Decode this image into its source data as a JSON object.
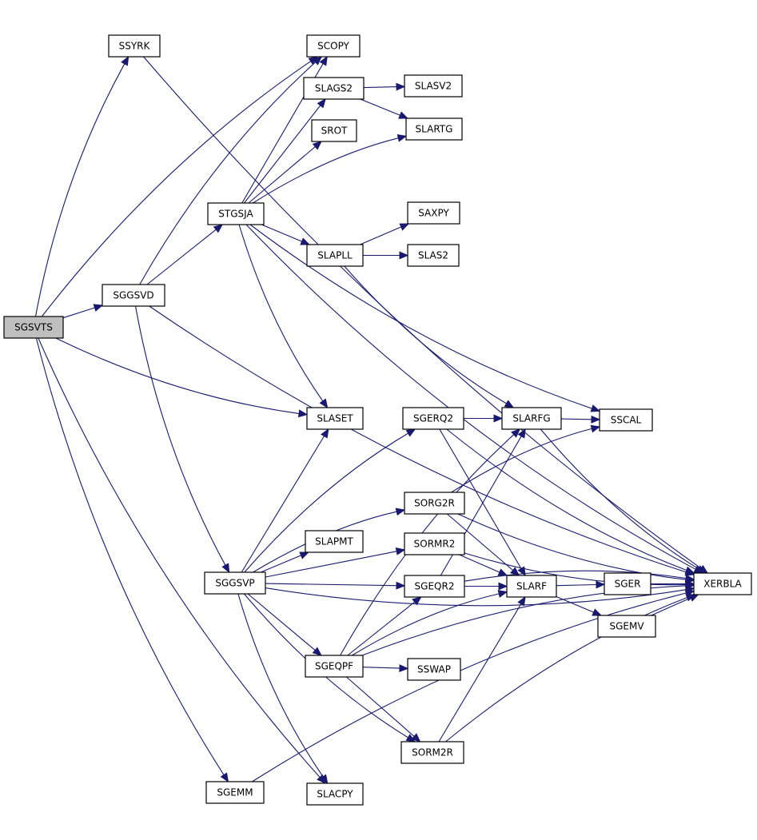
{
  "graph": {
    "root": "SGSVTS",
    "colors": {
      "edge": "#191970",
      "root_fill": "#bfbfbf",
      "node_fill": "#ffffff",
      "node_border": "#000000"
    },
    "nodes": [
      {
        "id": "SGSVTS",
        "label": "SGSVTS"
      },
      {
        "id": "SSYRK",
        "label": "SSYRK"
      },
      {
        "id": "SCOPY",
        "label": "SCOPY"
      },
      {
        "id": "SLAGS2",
        "label": "SLAGS2"
      },
      {
        "id": "SLASV2",
        "label": "SLASV2"
      },
      {
        "id": "SROT",
        "label": "SROT"
      },
      {
        "id": "SLARTG",
        "label": "SLARTG"
      },
      {
        "id": "STGSJA",
        "label": "STGSJA"
      },
      {
        "id": "SAXPY",
        "label": "SAXPY"
      },
      {
        "id": "SLAPLL",
        "label": "SLAPLL"
      },
      {
        "id": "SLAS2",
        "label": "SLAS2"
      },
      {
        "id": "SGGSVD",
        "label": "SGGSVD"
      },
      {
        "id": "SLASET",
        "label": "SLASET"
      },
      {
        "id": "SGERQ2",
        "label": "SGERQ2"
      },
      {
        "id": "SLARFG",
        "label": "SLARFG"
      },
      {
        "id": "SSCAL",
        "label": "SSCAL"
      },
      {
        "id": "SORG2R",
        "label": "SORG2R"
      },
      {
        "id": "SLAPMT",
        "label": "SLAPMT"
      },
      {
        "id": "SORMR2",
        "label": "SORMR2"
      },
      {
        "id": "SGGSVP",
        "label": "SGGSVP"
      },
      {
        "id": "SGEQR2",
        "label": "SGEQR2"
      },
      {
        "id": "SLARF",
        "label": "SLARF"
      },
      {
        "id": "SGER",
        "label": "SGER"
      },
      {
        "id": "XERBLA",
        "label": "XERBLA"
      },
      {
        "id": "SGEMV",
        "label": "SGEMV"
      },
      {
        "id": "SGEQPF",
        "label": "SGEQPF"
      },
      {
        "id": "SSWAP",
        "label": "SSWAP"
      },
      {
        "id": "SORM2R",
        "label": "SORM2R"
      },
      {
        "id": "SGEMM",
        "label": "SGEMM"
      },
      {
        "id": "SLACPY",
        "label": "SLACPY"
      }
    ],
    "edges": [
      [
        "SGSVTS",
        "SSYRK"
      ],
      [
        "SGSVTS",
        "SCOPY"
      ],
      [
        "SGSVTS",
        "SGGSVD"
      ],
      [
        "SGSVTS",
        "SLASET"
      ],
      [
        "SGSVTS",
        "SGEMM"
      ],
      [
        "SGSVTS",
        "SLACPY"
      ],
      [
        "SSYRK",
        "XERBLA"
      ],
      [
        "SGGSVD",
        "SCOPY"
      ],
      [
        "SGGSVD",
        "STGSJA"
      ],
      [
        "SGGSVD",
        "SGGSVP"
      ],
      [
        "SGGSVD",
        "XERBLA"
      ],
      [
        "STGSJA",
        "SCOPY"
      ],
      [
        "STGSJA",
        "SLAGS2"
      ],
      [
        "STGSJA",
        "SROT"
      ],
      [
        "STGSJA",
        "SLARTG"
      ],
      [
        "STGSJA",
        "SLAPLL"
      ],
      [
        "STGSJA",
        "SLASET"
      ],
      [
        "STGSJA",
        "SSCAL"
      ],
      [
        "STGSJA",
        "XERBLA"
      ],
      [
        "SLAGS2",
        "SLASV2"
      ],
      [
        "SLAGS2",
        "SLARTG"
      ],
      [
        "SLAPLL",
        "SAXPY"
      ],
      [
        "SLAPLL",
        "SLAS2"
      ],
      [
        "SLAPLL",
        "SLARFG"
      ],
      [
        "SGGSVP",
        "SLASET"
      ],
      [
        "SGGSVP",
        "SGERQ2"
      ],
      [
        "SGGSVP",
        "SORG2R"
      ],
      [
        "SGGSVP",
        "SLAPMT"
      ],
      [
        "SGGSVP",
        "SORMR2"
      ],
      [
        "SGGSVP",
        "SGEQR2"
      ],
      [
        "SGGSVP",
        "SGEQPF"
      ],
      [
        "SGGSVP",
        "SORM2R"
      ],
      [
        "SGGSVP",
        "SLACPY"
      ],
      [
        "SGGSVP",
        "XERBLA"
      ],
      [
        "SGERQ2",
        "SLARFG"
      ],
      [
        "SGERQ2",
        "SLARF"
      ],
      [
        "SGERQ2",
        "XERBLA"
      ],
      [
        "SLARFG",
        "SSCAL"
      ],
      [
        "SLARFG",
        "XERBLA"
      ],
      [
        "SORG2R",
        "SSCAL"
      ],
      [
        "SORG2R",
        "SLARF"
      ],
      [
        "SORG2R",
        "XERBLA"
      ],
      [
        "SORMR2",
        "SLARF"
      ],
      [
        "SORMR2",
        "XERBLA"
      ],
      [
        "SGEQR2",
        "SLARFG"
      ],
      [
        "SGEQR2",
        "SLARF"
      ],
      [
        "SGEQR2",
        "XERBLA"
      ],
      [
        "SLARF",
        "SGER"
      ],
      [
        "SLARF",
        "SGEMV"
      ],
      [
        "SGER",
        "XERBLA"
      ],
      [
        "SGEMV",
        "XERBLA"
      ],
      [
        "SGEQPF",
        "SLARFG"
      ],
      [
        "SGEQPF",
        "SGEQR2"
      ],
      [
        "SGEQPF",
        "SLARF"
      ],
      [
        "SGEQPF",
        "SSWAP"
      ],
      [
        "SGEQPF",
        "SORM2R"
      ],
      [
        "SGEQPF",
        "XERBLA"
      ],
      [
        "SORM2R",
        "SLARF"
      ],
      [
        "SORM2R",
        "XERBLA"
      ],
      [
        "SGEMM",
        "XERBLA"
      ]
    ]
  }
}
